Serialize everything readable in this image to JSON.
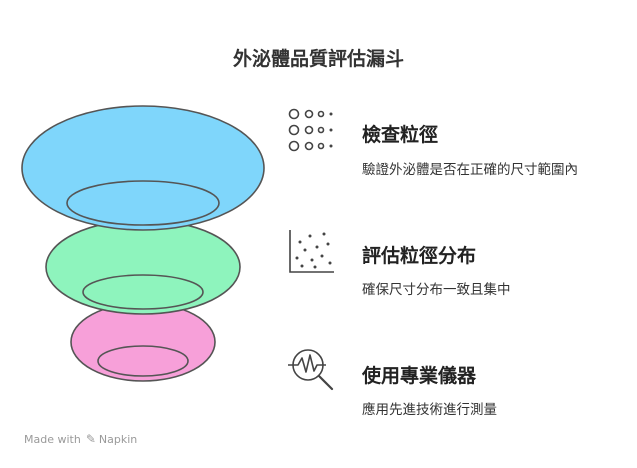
{
  "title": "外泌體品質評估漏斗",
  "items": [
    {
      "title": "檢查粒徑",
      "desc": "驗證外泌體是否在正確的尺寸範圍內",
      "icon": "dot-grid-icon",
      "color": "#7fd6fb"
    },
    {
      "title": "評估粒徑分布",
      "desc": "確保尺寸分布一致且集中",
      "icon": "scatter-plot-icon",
      "color": "#8ef4bd"
    },
    {
      "title": "使用專業儀器",
      "desc": "應用先進技術進行測量",
      "icon": "magnifier-waveform-icon",
      "color": "#f7a0d9"
    }
  ],
  "footer": {
    "made_with": "Made with",
    "brand": "Napkin"
  }
}
